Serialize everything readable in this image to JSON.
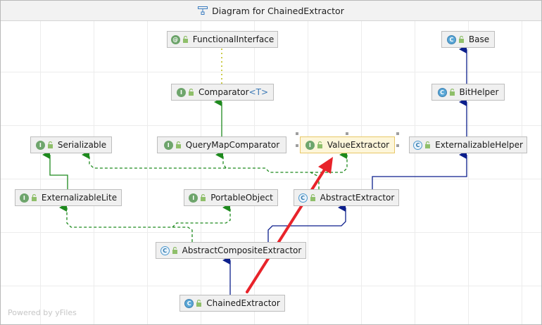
{
  "window": {
    "title": "Diagram for ChainedExtractor",
    "title_icon": "diagram-icon"
  },
  "watermark": "Powered by yFiles",
  "colors": {
    "implements_edge": "#1e8a1e",
    "extends_edge": "#0c1f8c",
    "annotation_edge": "#b7b700",
    "pointer_arrow": "#e8232a",
    "selected_fill": "#fdf6da"
  },
  "nodes": {
    "functional_interface": {
      "label": "FunctionalInterface",
      "kind": "annotation",
      "badge": "@"
    },
    "comparator": {
      "label": "Comparator",
      "generic": "<T>",
      "kind": "interface",
      "badge": "I"
    },
    "base": {
      "label": "Base",
      "kind": "class",
      "badge": "C"
    },
    "bithelper": {
      "label": "BitHelper",
      "kind": "class",
      "badge": "C"
    },
    "serializable": {
      "label": "Serializable",
      "kind": "interface",
      "badge": "I"
    },
    "querymap_comparator": {
      "label": "QueryMapComparator",
      "kind": "interface",
      "badge": "I"
    },
    "value_extractor": {
      "label": "ValueExtractor",
      "kind": "interface",
      "badge": "I",
      "selected": true
    },
    "externalizable_helper": {
      "label": "ExternalizableHelper",
      "kind": "class",
      "badge": "C"
    },
    "externalizable_lite": {
      "label": "ExternalizableLite",
      "kind": "interface",
      "badge": "I"
    },
    "portable_object": {
      "label": "PortableObject",
      "kind": "interface",
      "badge": "I"
    },
    "abstract_extractor": {
      "label": "AbstractExtractor",
      "kind": "abstract-class",
      "badge": "C"
    },
    "abstract_composite_extractor": {
      "label": "AbstractCompositeExtractor",
      "kind": "abstract-class",
      "badge": "C"
    },
    "chained_extractor": {
      "label": "ChainedExtractor",
      "kind": "final-class",
      "badge": "C"
    }
  }
}
